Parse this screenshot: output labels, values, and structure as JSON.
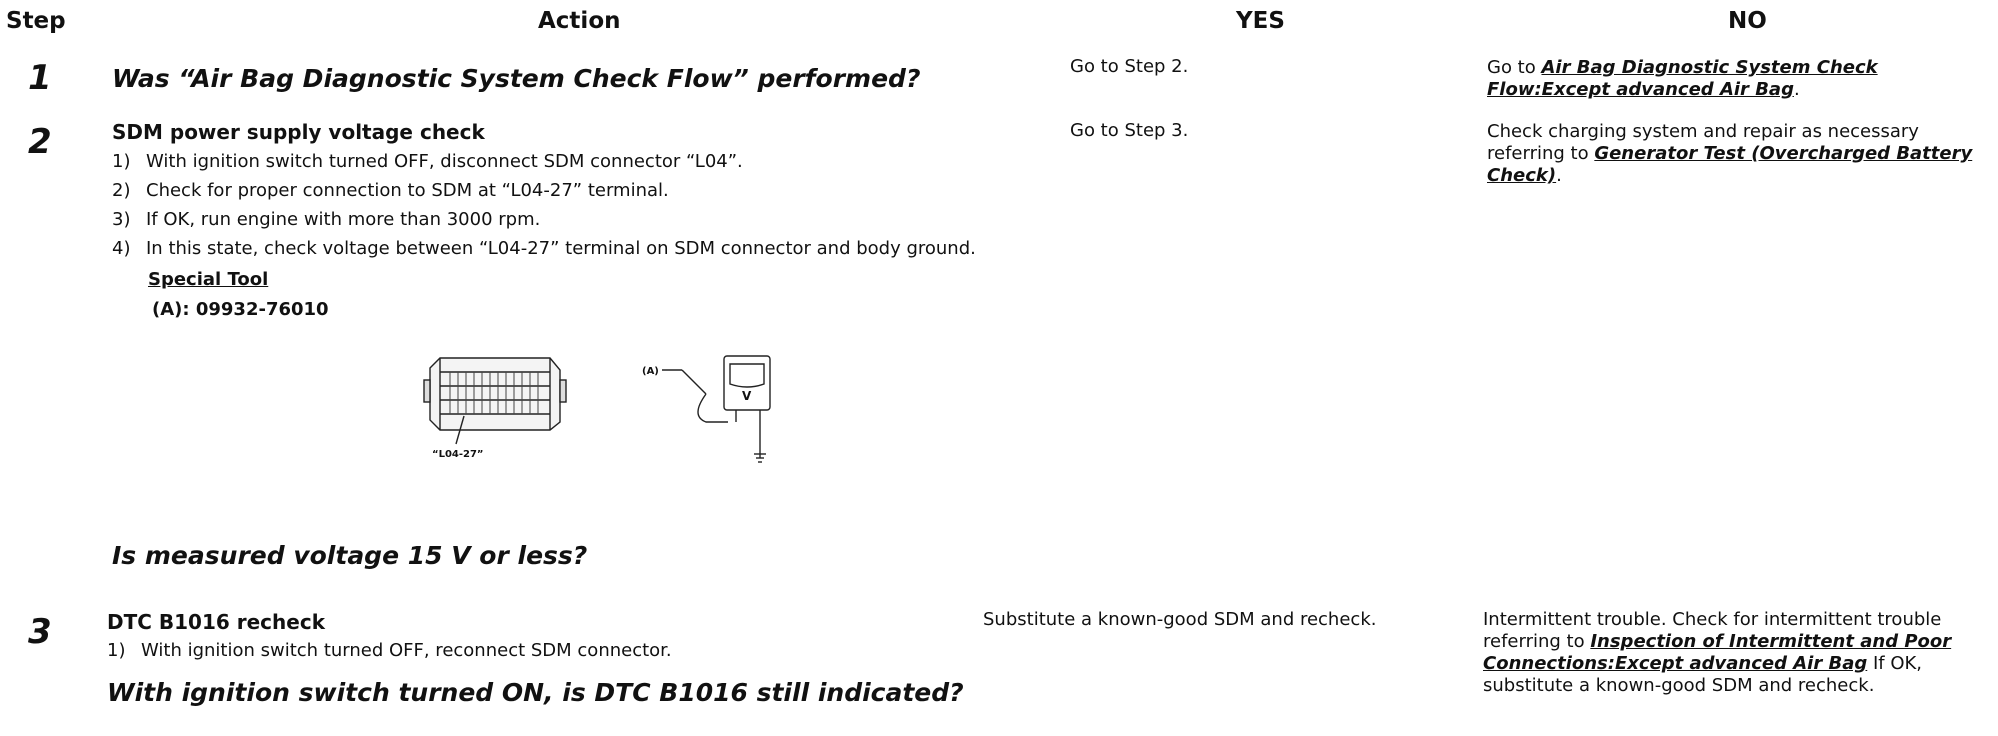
{
  "headers": {
    "step": "Step",
    "action": "Action",
    "yes": "YES",
    "no": "NO"
  },
  "step1": {
    "number": "1",
    "question": "Was “Air Bag Diagnostic System Check Flow” performed?",
    "yes": "Go to Step 2.",
    "no_prefix": "Go to ",
    "no_link": "Air Bag Diagnostic System Check Flow:Except advanced Air Bag",
    "no_suffix": "."
  },
  "step2": {
    "number": "2",
    "title": "SDM power supply voltage check",
    "substeps": [
      {
        "n": "1)",
        "text": "With ignition switch turned OFF, disconnect SDM connector “L04”."
      },
      {
        "n": "2)",
        "text": "Check for proper connection to SDM at “L04-27” terminal."
      },
      {
        "n": "3)",
        "text": "If OK, run engine with more than 3000 rpm."
      },
      {
        "n": "4)",
        "text": "In this state, check voltage between “L04-27” terminal on SDM connector and body ground."
      }
    ],
    "special_tool_label": "Special Tool",
    "special_tool_value": "(A): 09932-76010",
    "figure": {
      "label_a": "(A)",
      "label_v": "V",
      "label_terminal": "“L04-27”"
    },
    "question": "Is measured voltage 15 V or less?",
    "yes": "Go to Step 3.",
    "no_prefix": "Check charging system and repair as necessary referring to ",
    "no_link": "Generator Test (Overcharged Battery Check)",
    "no_suffix": "."
  },
  "step3": {
    "number": "3",
    "title": "DTC B1016 recheck",
    "substeps": [
      {
        "n": "1)",
        "text": "With ignition switch turned OFF, reconnect SDM connector."
      }
    ],
    "question": "With ignition switch turned ON, is DTC B1016 still indicated?",
    "yes": "Substitute a known-good SDM and recheck.",
    "no_prefix": "Intermittent trouble. Check for intermittent trouble referring to ",
    "no_link": "Inspection of Intermittent and Poor Connections:Except advanced Air Bag",
    "no_suffix": " If OK, substitute a known-good SDM and recheck."
  }
}
